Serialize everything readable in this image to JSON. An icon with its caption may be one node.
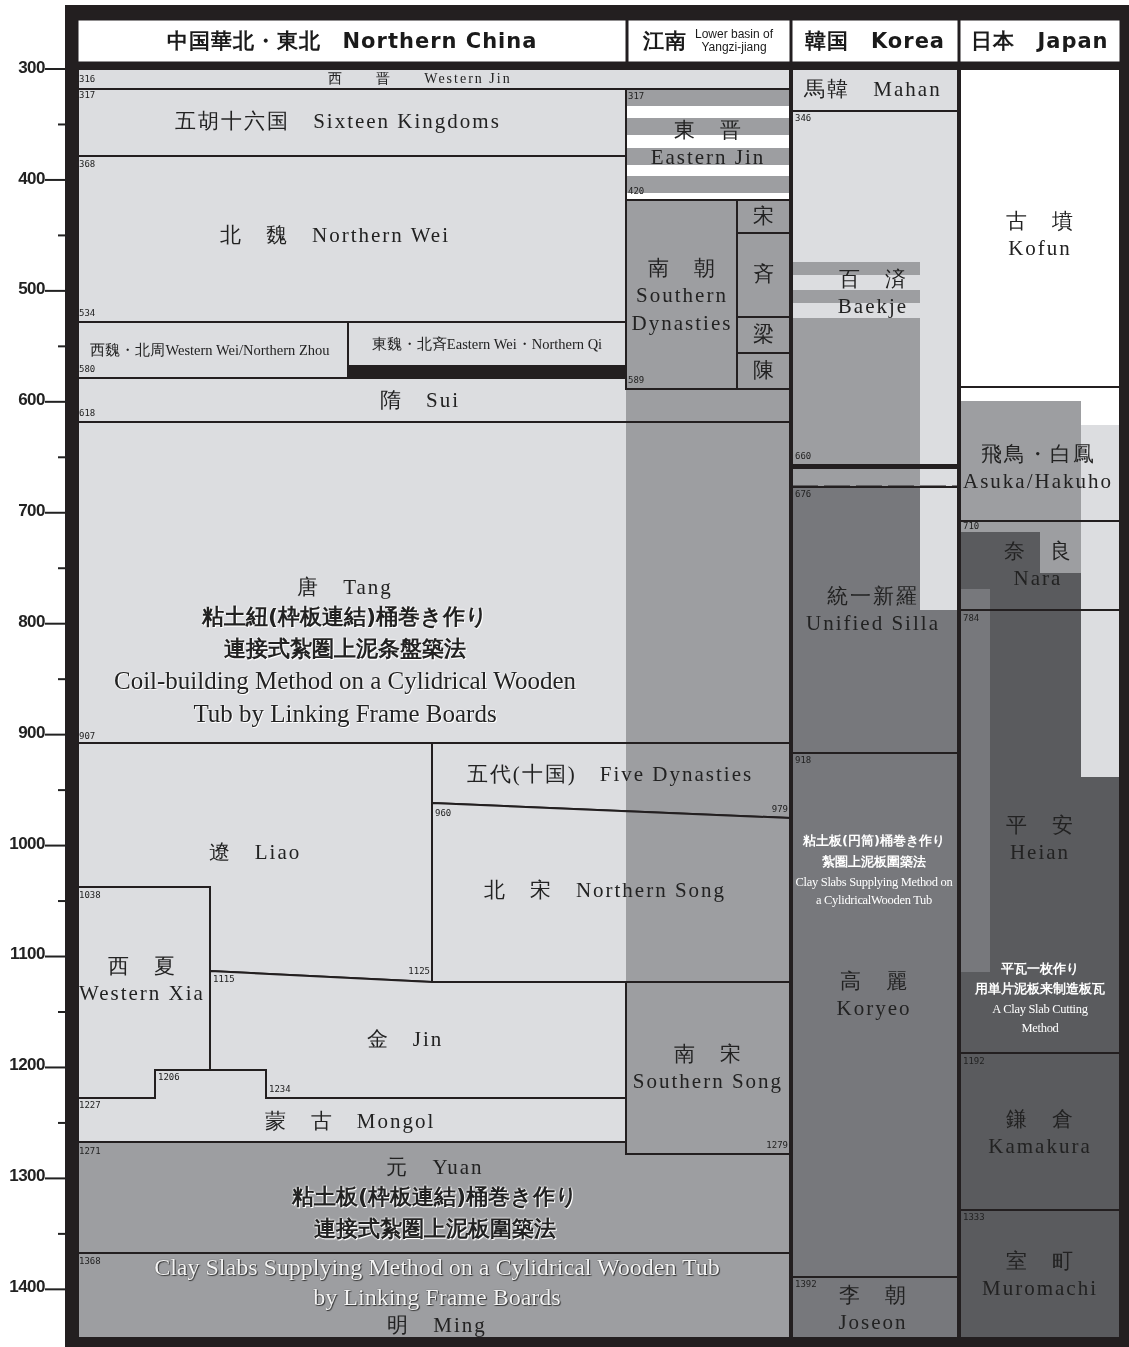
{
  "diagram": {
    "nodes": [
      {
        "text": [
          "中国華北・東北　Northern China"
        ]
      },
      {
        "text": [
          "江南",
          "Lower basin of Yangzi-jiang"
        ]
      },
      {
        "text": [
          "韓国　Korea"
        ]
      },
      {
        "text": [
          "日本　Japan"
        ]
      },
      {
        "text": [
          "西　　晋　　Western Jin"
        ]
      },
      {
        "text": [
          "五胡十六国　Sixteen Kingdoms"
        ]
      },
      {
        "text": [
          "東　晋",
          "Eastern Jin"
        ]
      },
      {
        "text": [
          "北　魏　Northern Wei"
        ]
      },
      {
        "text": [
          "南　朝",
          "Southern Dynasties"
        ]
      },
      {
        "text": [
          "宋"
        ]
      },
      {
        "text": [
          "斉"
        ]
      },
      {
        "text": [
          "梁"
        ]
      },
      {
        "text": [
          "陳"
        ]
      },
      {
        "text": [
          "西魏・北周Western Wei/Northern Zhou"
        ]
      },
      {
        "text": [
          "東魏・北斉Eastern Wei・Northern Qi"
        ]
      },
      {
        "text": [
          "隋　Sui"
        ]
      },
      {
        "text": [
          "唐　Tang",
          "粘土紐(枠板連結)桶巻き作り",
          "連接式紮圏上泥条盤築法",
          "Coil-building Method on a Cylidrical Wooden Tub by Linking Frame Boards"
        ]
      },
      {
        "text": [
          "五代(十国)　Five Dynasties"
        ]
      },
      {
        "text": [
          "遼　Liao"
        ]
      },
      {
        "text": [
          "北　宋　Northern Song"
        ]
      },
      {
        "text": [
          "西　夏",
          "Western Xia"
        ]
      },
      {
        "text": [
          "金　Jin"
        ]
      },
      {
        "text": [
          "南　宋",
          "Southern Song"
        ]
      },
      {
        "text": [
          "蒙　古　Mongol"
        ]
      },
      {
        "text": [
          "元　Yuan",
          "粘土板(枠板連結)桶巻き作り",
          "連接式紮圏上泥板圍築法"
        ]
      },
      {
        "text": [
          "Clay Slabs Supplying Method on a Cylidrical Wooden Tub by Linking Frame Boards",
          "明　Ming"
        ]
      },
      {
        "text": [
          "馬韓　Mahan"
        ]
      },
      {
        "text": [
          "百　済",
          "Baekje"
        ]
      },
      {
        "text": [],
        "shape": "box"
      },
      {
        "text": [
          "統一新羅",
          "Unified Silla"
        ]
      },
      {
        "text": [
          "粘土板(円筒)桶巻き作り",
          "紮圏上泥板圍築法",
          "Clay Slabs Supplying Method on a CylidricalWooden Tub",
          "高　麗",
          "Koryeo"
        ]
      },
      {
        "text": [
          "李　朝",
          "Joseon"
        ]
      },
      {
        "text": [
          "古　墳",
          "Kofun"
        ]
      },
      {
        "text": [
          "飛鳥・白鳳",
          "Asuka/Hakuho"
        ]
      },
      {
        "text": [
          "奈　良",
          "Nara"
        ]
      },
      {
        "text": [
          "平　安",
          "Heian",
          "平瓦一枚作り",
          "用単片泥板来制造板瓦",
          "A Clay Slab Cutting Method"
        ]
      },
      {
        "text": [
          "鎌　倉",
          "Kamakura"
        ]
      },
      {
        "text": [
          "室　町",
          "Muromachi"
        ]
      }
    ],
    "labels": [
      "300",
      "400",
      "500",
      "600",
      "700",
      "800",
      "900",
      "1000",
      "1100",
      "1200",
      "1300",
      "1400",
      "316",
      "317",
      "317",
      "346",
      "368",
      "420",
      "534",
      "580",
      "589",
      "618",
      "660",
      "676",
      "710",
      "784",
      "907",
      "918",
      "960",
      "979",
      "1038",
      "1125",
      "1115",
      "1192",
      "1206",
      "1234",
      "1227",
      "1279",
      "1271",
      "1333",
      "1368",
      "1392"
    ]
  }
}
